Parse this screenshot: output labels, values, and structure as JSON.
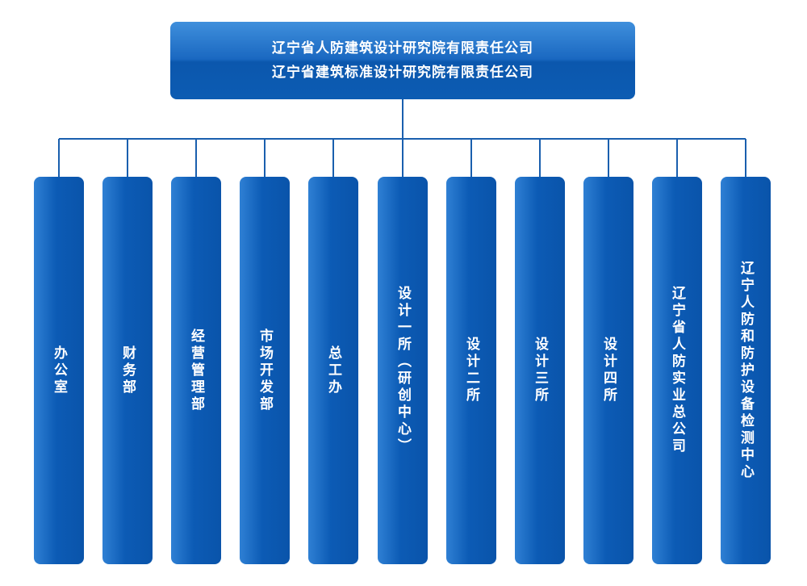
{
  "top": {
    "line1": "辽宁省人防建筑设计研究院有限责任公司",
    "line2": "辽宁省建筑标准设计研究院有限责任公司"
  },
  "departments": [
    {
      "label": "办公室"
    },
    {
      "label": "财务部"
    },
    {
      "label": "经营管理部"
    },
    {
      "label": "市场开发部"
    },
    {
      "label": "总工办"
    },
    {
      "label": "设计一所（研创中心）"
    },
    {
      "label": "设计二所"
    },
    {
      "label": "设计三所"
    },
    {
      "label": "设计四所"
    },
    {
      "label": "辽宁省人防实业总公司"
    },
    {
      "label": "辽宁人防和防护设备检测中心"
    }
  ],
  "colors": {
    "box_blue": "#0c5bb5",
    "line_color": "#1a5fae"
  }
}
